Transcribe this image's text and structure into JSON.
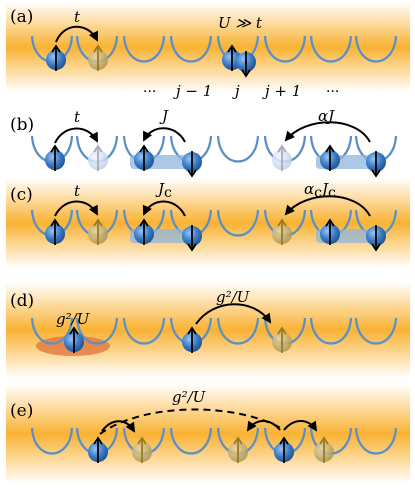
{
  "colors": {
    "band_edge": "#ffffff",
    "band_center": "#f9b233",
    "well": "#5b8fc7",
    "particle": "#3a7cc8",
    "particle_ghost_gold": "#b9a05a",
    "particle_ghost_light": "#c9d8ee",
    "bond": "#8fb5de",
    "ellipse_red": "#e0733a"
  },
  "panels": [
    {
      "label": "(a)",
      "hop_label": "t",
      "right_label": "U ≫ t",
      "site_labels": [
        "···",
        "j − 1",
        "j",
        "j + 1",
        "···"
      ]
    },
    {
      "label": "(b)",
      "hop1": "t",
      "hop2": "J",
      "hop3": "αJ"
    },
    {
      "label": "(c)",
      "hop1": "t",
      "hop2": "J",
      "hop2_sub": "c",
      "hop3": "α",
      "hop3_sub1": "c",
      "hop3_j": "J",
      "hop3_sub2": "c"
    },
    {
      "label": "(d)",
      "left_label": "g²/U",
      "hop_label": "g²/U"
    },
    {
      "label": "(e)",
      "dashed_label": "g²/U"
    }
  ]
}
